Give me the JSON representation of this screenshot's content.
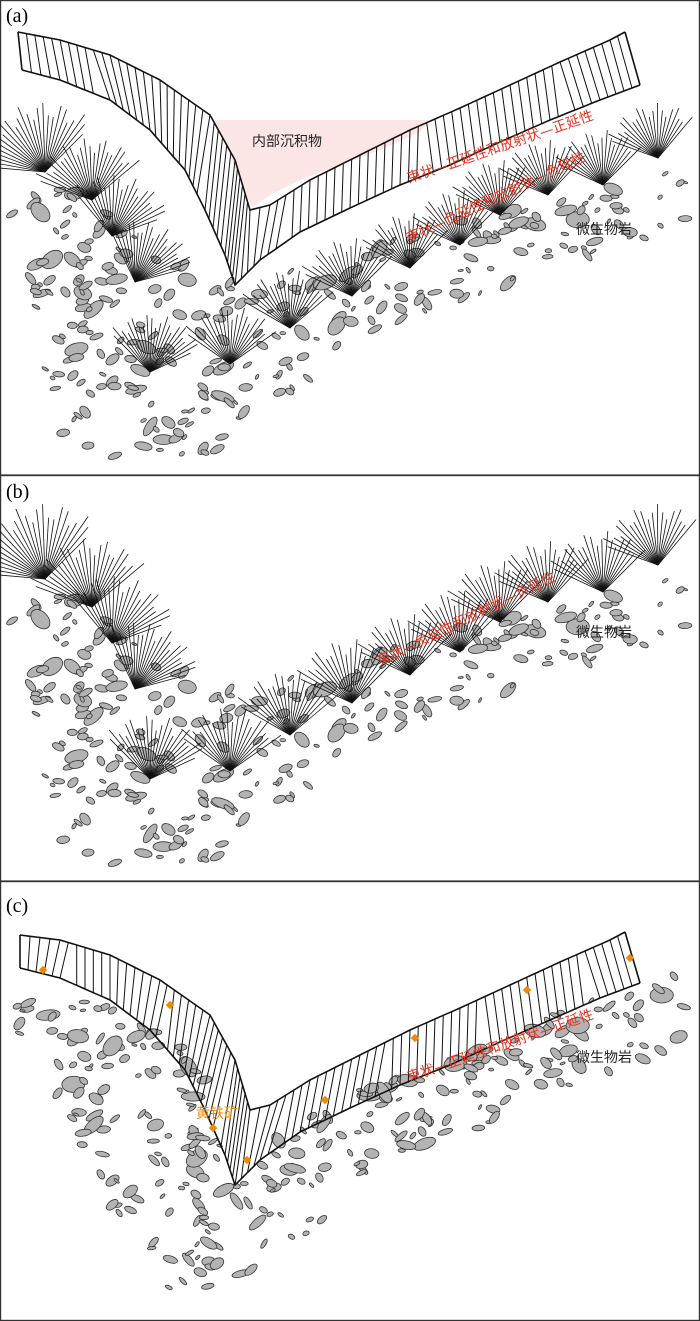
{
  "colors": {
    "frame": "#333333",
    "pebble_fill": "#b3b3b3",
    "pebble_stroke": "#333333",
    "ray": "#111111",
    "sediment": "#fbe6e5",
    "label_red": "#e8321e",
    "label_orange": "#f08a00",
    "pyrite": "#f08a00"
  },
  "panels": [
    {
      "label": "(a)",
      "texts": {
        "internal_sediment": "内部沉积物",
        "crust_label": "束状—正延性和放射状—正延性",
        "fan_label": "束状—负延性和放射状—负延性",
        "rock_label": "微生物岩"
      }
    },
    {
      "label": "(b)",
      "texts": {
        "fan_label": "束状—负延性和放射状—负延性",
        "rock_label": "微生物岩"
      }
    },
    {
      "label": "(c)",
      "texts": {
        "pyrite": "黄铁矿",
        "crust_label": "束状—正延性和放射状—正延性",
        "rock_label": "微生物岩"
      }
    }
  ]
}
